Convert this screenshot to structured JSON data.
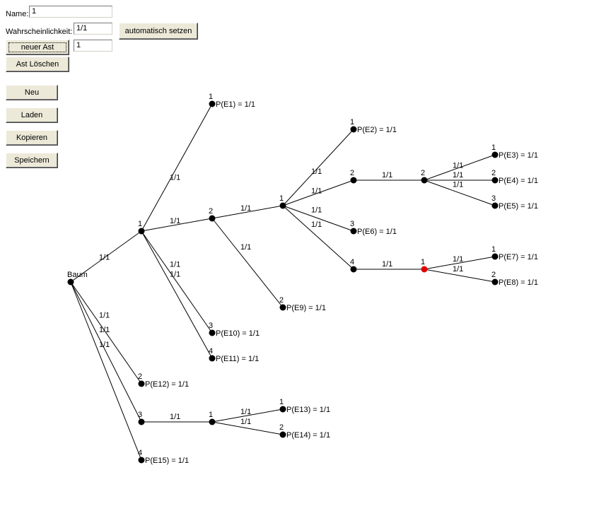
{
  "form": {
    "name_label": "Name:",
    "name_value": "1",
    "prob_label": "Wahrscheinlichkeit:",
    "prob_value": "1/1",
    "auto_button": "automatisch setzen",
    "new_branch_button": "neuer Ast",
    "branch_count_value": "1",
    "delete_branch_button": "Ast Löschen"
  },
  "file_buttons": {
    "new": "Neu",
    "load": "Laden",
    "copy": "Kopieren",
    "save": "Speichern"
  },
  "colors": {
    "node": "#000000",
    "selected_node": "#e00000",
    "edge": "#000000"
  },
  "tree": {
    "root_label": "Baum",
    "nodes": [
      {
        "id": "n1",
        "label": "1"
      },
      {
        "id": "n1_1",
        "label": "1",
        "leaf": "P(E1) = 1/1"
      },
      {
        "id": "n1_2",
        "label": "2"
      },
      {
        "id": "n1_2_1",
        "label": "1"
      },
      {
        "id": "n1_2_1_1",
        "label": "1",
        "leaf": "P(E2) = 1/1"
      },
      {
        "id": "n1_2_1_2",
        "label": "2"
      },
      {
        "id": "n1_2_1_2_2",
        "label": "2"
      },
      {
        "id": "e3",
        "label": "1",
        "leaf": "P(E3) = 1/1"
      },
      {
        "id": "e4",
        "label": "2",
        "leaf": "P(E4) = 1/1"
      },
      {
        "id": "e5",
        "label": "3",
        "leaf": "P(E5) = 1/1"
      },
      {
        "id": "e6",
        "label": "3",
        "leaf": "P(E6) = 1/1"
      },
      {
        "id": "n1_2_1_4",
        "label": "4"
      },
      {
        "id": "sel",
        "label": "1",
        "selected": true
      },
      {
        "id": "e7",
        "label": "1",
        "leaf": "P(E7) = 1/1"
      },
      {
        "id": "e8",
        "label": "2",
        "leaf": "P(E8) = 1/1"
      },
      {
        "id": "e9",
        "label": "2",
        "leaf": "P(E9) = 1/1"
      },
      {
        "id": "e10",
        "label": "3",
        "leaf": "P(E10) = 1/1"
      },
      {
        "id": "e11",
        "label": "4",
        "leaf": "P(E11) = 1/1"
      },
      {
        "id": "e12",
        "label": "2",
        "leaf": "P(E12) = 1/1"
      },
      {
        "id": "n3",
        "label": "3"
      },
      {
        "id": "n3_1",
        "label": "1"
      },
      {
        "id": "e13",
        "label": "1",
        "leaf": "P(E13) = 1/1"
      },
      {
        "id": "e14",
        "label": "2",
        "leaf": "P(E14) = 1/1"
      },
      {
        "id": "e15",
        "label": "4",
        "leaf": "P(E15) = 1/1"
      }
    ],
    "edges": [
      {
        "from": "root",
        "to": "n1",
        "p": "1/1"
      },
      {
        "from": "n1",
        "to": "n1_1",
        "p": "1/1"
      },
      {
        "from": "n1",
        "to": "n1_2",
        "p": "1/1"
      },
      {
        "from": "n1_2",
        "to": "n1_2_1",
        "p": "1/1"
      },
      {
        "from": "n1_2_1",
        "to": "n1_2_1_1",
        "p": "1/1"
      },
      {
        "from": "n1_2_1",
        "to": "n1_2_1_2",
        "p": "1/1"
      },
      {
        "from": "n1_2_1_2",
        "to": "n1_2_1_2_2",
        "p": "1/1"
      },
      {
        "from": "n1_2_1_2_2",
        "to": "e3",
        "p": "1/1"
      },
      {
        "from": "n1_2_1_2_2",
        "to": "e4",
        "p": "1/1"
      },
      {
        "from": "n1_2_1_2_2",
        "to": "e5",
        "p": "1/1"
      },
      {
        "from": "n1_2_1",
        "to": "e6",
        "p": "1/1"
      },
      {
        "from": "n1_2_1",
        "to": "n1_2_1_4",
        "p": "1/1"
      },
      {
        "from": "n1_2_1_4",
        "to": "sel",
        "p": "1/1"
      },
      {
        "from": "sel",
        "to": "e7",
        "p": "1/1"
      },
      {
        "from": "sel",
        "to": "e8",
        "p": "1/1"
      },
      {
        "from": "n1_2",
        "to": "e9",
        "p": "1/1"
      },
      {
        "from": "n1",
        "to": "e10",
        "p": "1/1"
      },
      {
        "from": "n1",
        "to": "e11",
        "p": "1/1"
      },
      {
        "from": "root",
        "to": "e12",
        "p": "1/1"
      },
      {
        "from": "root",
        "to": "n3",
        "p": "1/1"
      },
      {
        "from": "n3",
        "to": "n3_1",
        "p": "1/1"
      },
      {
        "from": "n3_1",
        "to": "e13",
        "p": "1/1"
      },
      {
        "from": "n3_1",
        "to": "e14",
        "p": "1/1"
      },
      {
        "from": "root",
        "to": "e15",
        "p": "1/1"
      }
    ]
  }
}
